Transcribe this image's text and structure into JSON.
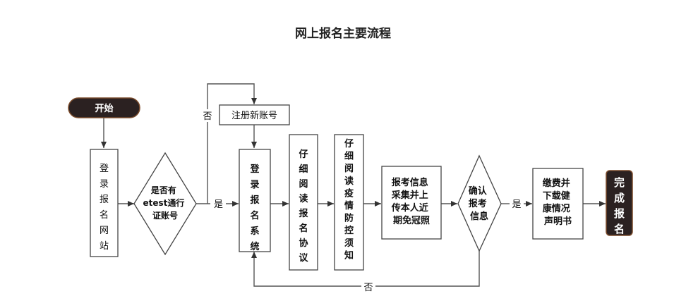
{
  "title": "网上报名主要流程",
  "nodes": {
    "start": "开始",
    "login_site": "登录报名网站",
    "decision_account": [
      "是否有",
      "etest通行",
      "证账号"
    ],
    "register": "注册新账号",
    "login_system": "登录报名系统",
    "read_agreement": "仔细阅读报名协议",
    "read_epidemic": "仔细阅读疫情防控须知",
    "collect_info": [
      "报考信息",
      "采集并上",
      "传本人近",
      "期免冠照"
    ],
    "decision_confirm": [
      "确认",
      "报考",
      "信息"
    ],
    "pay_download": [
      "缴费并",
      "下载健",
      "康情况",
      "声明书"
    ],
    "complete": "完成报名"
  },
  "edge_labels": {
    "yes_1": "是",
    "no_1": "否",
    "yes_2": "是",
    "no_2": "否"
  },
  "colors": {
    "terminal_fill": "#2b2121",
    "terminal_border": "#7a4a2a",
    "line": "#555555",
    "box_border": "#444444"
  }
}
